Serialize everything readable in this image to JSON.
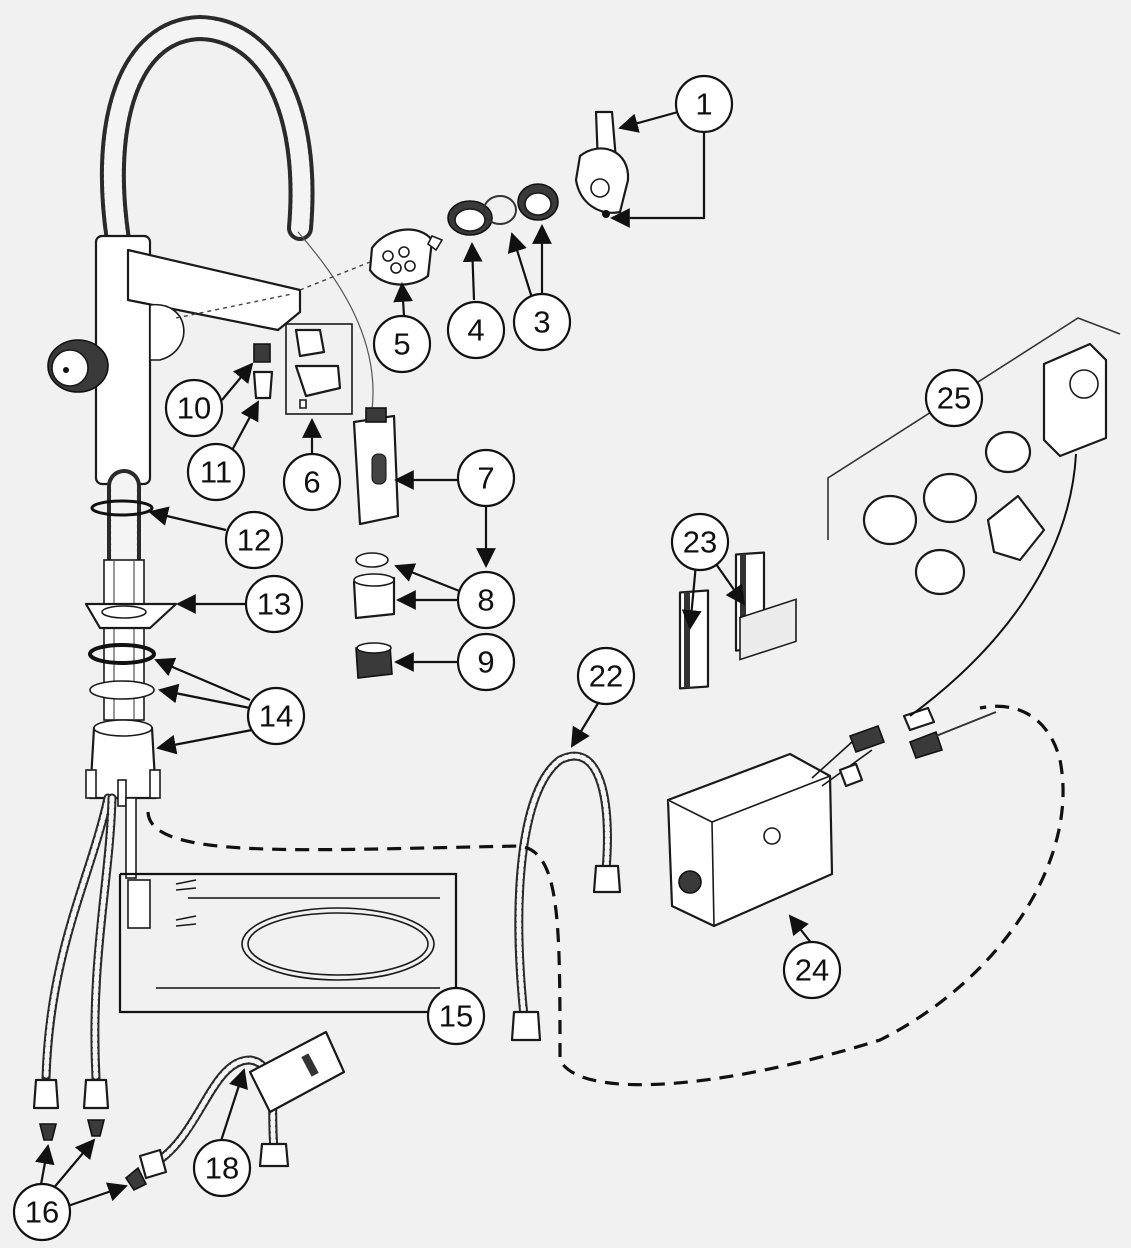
{
  "diagram": {
    "callouts": [
      {
        "id": "1",
        "label": "1"
      },
      {
        "id": "3",
        "label": "3"
      },
      {
        "id": "4",
        "label": "4"
      },
      {
        "id": "5",
        "label": "5"
      },
      {
        "id": "6",
        "label": "6"
      },
      {
        "id": "7",
        "label": "7"
      },
      {
        "id": "8",
        "label": "8"
      },
      {
        "id": "9",
        "label": "9"
      },
      {
        "id": "10",
        "label": "10"
      },
      {
        "id": "11",
        "label": "11"
      },
      {
        "id": "12",
        "label": "12"
      },
      {
        "id": "13",
        "label": "13"
      },
      {
        "id": "14",
        "label": "14"
      },
      {
        "id": "15",
        "label": "15"
      },
      {
        "id": "16",
        "label": "16"
      },
      {
        "id": "18",
        "label": "18"
      },
      {
        "id": "22",
        "label": "22"
      },
      {
        "id": "23",
        "label": "23"
      },
      {
        "id": "24",
        "label": "24"
      },
      {
        "id": "25",
        "label": "25"
      }
    ],
    "colors": {
      "background": "#f1f1f1",
      "line": "#111111",
      "part_fill": "#ffffff",
      "hose": "#2a2a2a"
    }
  }
}
